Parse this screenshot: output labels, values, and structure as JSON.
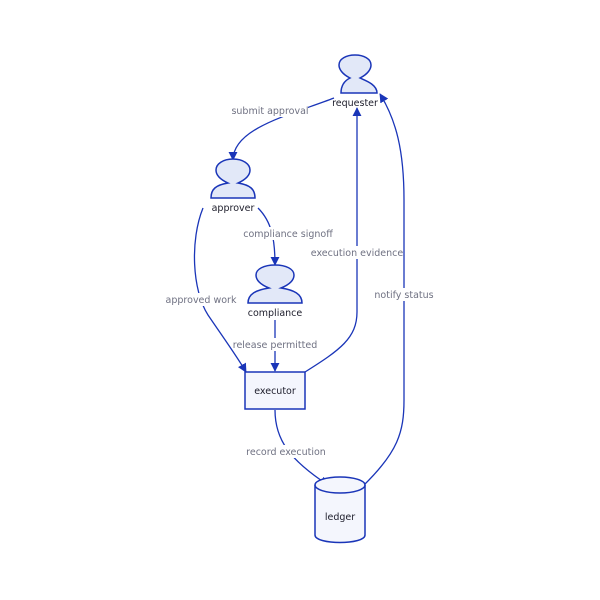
{
  "diagram": {
    "nodes": {
      "requester": "requester",
      "approver": "approver",
      "compliance": "compliance",
      "executor": "executor",
      "ledger": "ledger"
    },
    "edges": {
      "submit_approval": "submit approval",
      "compliance_signoff": "compliance signoff",
      "approved_work": "approved work",
      "release_permitted": "release permitted",
      "execution_evidence": "execution evidence",
      "notify_status": "notify status",
      "record_execution": "record execution"
    },
    "colors": {
      "stroke": "#1a35b8",
      "fill": "#e2e8f8",
      "label": "#6f7182"
    }
  }
}
